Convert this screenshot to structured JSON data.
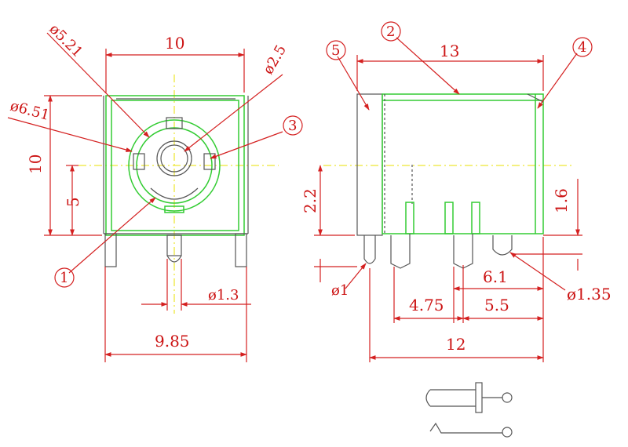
{
  "colors": {
    "dimension": "#cc1414",
    "outline": "#33cc33",
    "hidden": "#555555",
    "centerline": "#e8e000"
  },
  "front_view": {
    "width_top": "10",
    "dia_outer": "ø5.21",
    "dia_inner": "ø2.5",
    "dia_large": "ø6.51",
    "height_total": "10",
    "height_center": "5",
    "pin_dia": "ø1.3",
    "base_width": "9.85",
    "callout_1": "1",
    "callout_3": "3"
  },
  "side_view": {
    "length_top": "13",
    "pin_offset_height": "2.2",
    "right_offset": "1.6",
    "pin_dia_left": "ø1",
    "pin_dia_right": "ø1.35",
    "spacing_a": "6.1",
    "spacing_b": "4.75",
    "spacing_c": "5.5",
    "length_bottom": "12",
    "callout_2": "2",
    "callout_4": "4",
    "callout_5": "5"
  },
  "schematic": {
    "icon": "jack-schematic-icon"
  }
}
